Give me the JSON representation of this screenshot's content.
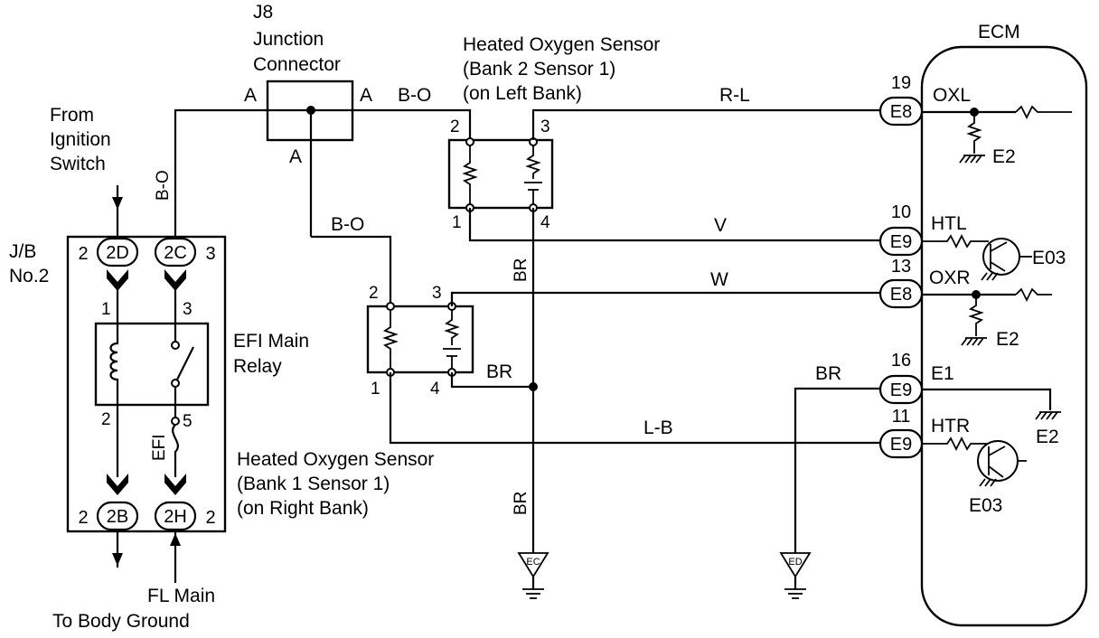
{
  "ecm": {
    "title": "ECM"
  },
  "jb": {
    "line1": "J/B",
    "line2": "No.2",
    "conn_2d": "2D",
    "conn_2c": "2C",
    "conn_2b": "2B",
    "conn_2h": "2H",
    "pin_2d": "2",
    "pin_2c": "3",
    "pin_2b": "2",
    "pin_2h": "2"
  },
  "relay": {
    "line1": "EFI Main",
    "line2": "Relay",
    "pin1": "1",
    "pin3": "3",
    "pin2": "2",
    "pin5": "5",
    "fuse": "EFI"
  },
  "ign": {
    "line1": "From",
    "line2": "Ignition",
    "line3": "Switch"
  },
  "ground": {
    "body": "To Body Ground",
    "fl": "FL Main"
  },
  "j8": {
    "line1": "J8",
    "line2": "Junction",
    "line3": "Connector",
    "a_left": "A",
    "a_right": "A",
    "a_bottom": "A"
  },
  "sensor_b2": {
    "line1": "Heated Oxygen Sensor",
    "line2": "(Bank 2 Sensor 1)",
    "line3": "(on Left Bank)",
    "p2": "2",
    "p3": "3",
    "p1": "1",
    "p4": "4"
  },
  "sensor_b1": {
    "line1": "Heated Oxygen Sensor",
    "line2": "(Bank 1 Sensor 1)",
    "line3": "(on Right Bank)",
    "p2": "2",
    "p3": "3",
    "p1": "1",
    "p4": "4"
  },
  "wires": {
    "bo_top": "B-O",
    "bo_mid": "B-O",
    "bo_vert": "B-O",
    "rl": "R-L",
    "v": "V",
    "w": "W",
    "lb": "L-B",
    "br_v1": "BR",
    "br_h": "BR",
    "br_v2": "BR",
    "br_e1": "BR"
  },
  "grounds": {
    "ec": "EC",
    "ed": "ED"
  },
  "ecm_pins": [
    {
      "num": "19",
      "conn": "E8",
      "sig": "OXL"
    },
    {
      "num": "10",
      "conn": "E9",
      "sig": "HTL"
    },
    {
      "num": "13",
      "conn": "E8",
      "sig": "OXR"
    },
    {
      "num": "16",
      "conn": "E9",
      "sig": "E1"
    },
    {
      "num": "11",
      "conn": "E9",
      "sig": "HTR"
    }
  ],
  "ecm_internal": {
    "e2_top": "E2",
    "e03_top": "E03",
    "e2_mid": "E2",
    "e2_e1": "E2",
    "e03_bot": "E03"
  }
}
